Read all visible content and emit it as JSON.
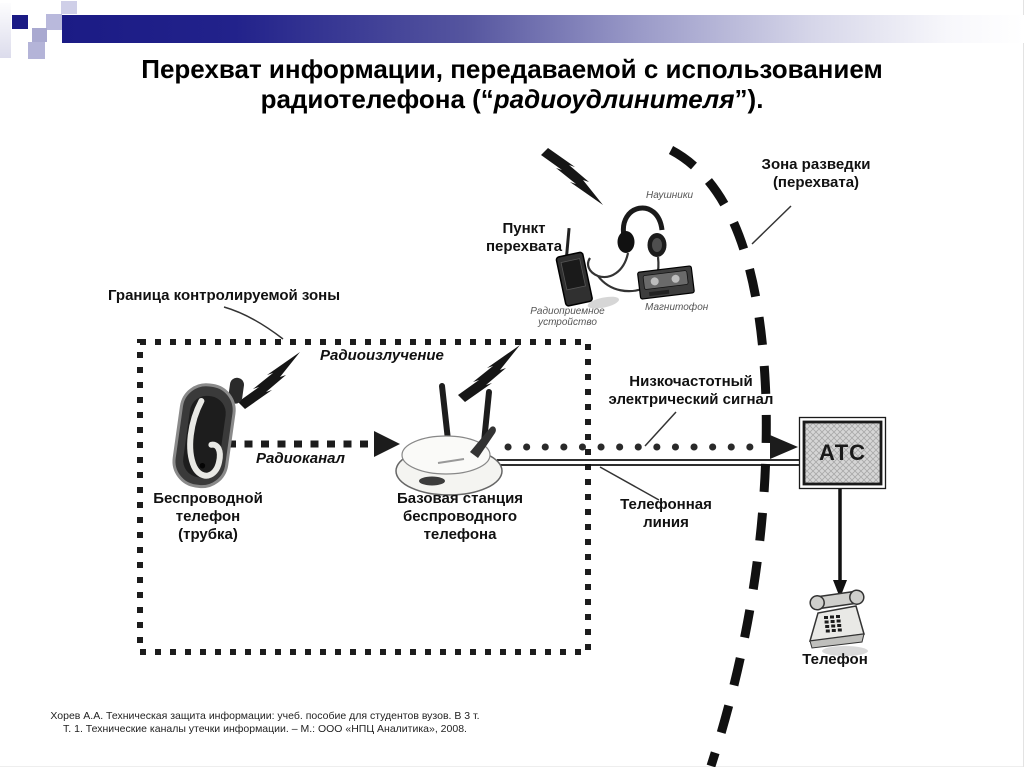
{
  "slide": {
    "title_line1": "Перехват информации, передаваемой с использованием",
    "title2_prefix": "радиотелефона (“",
    "title2_italic": "радиоудлинителя",
    "title2_suffix": "”).",
    "footer_line1": "Хорев А.А.  Техническая  защита информации: учеб. пособие для студентов вузов. В 3 т.",
    "footer_line2": "Т. 1. Технические каналы утечки информации. – М.: ООО «НПЦ Аналитика», 2008."
  },
  "diagram": {
    "labels": {
      "zone": {
        "line1": "Зона разведки",
        "line2": "(перехвата)"
      },
      "intercept_point": {
        "line1": "Пункт",
        "line2": "перехвата"
      },
      "headphones": "Наушники",
      "receiver": {
        "line1": "Радиоприемное",
        "line2": "устройство"
      },
      "recorder": "Магнитофон",
      "boundary": "Граница контролируемой зоны",
      "radio_emission": "Радиоизлучение",
      "radio_channel": "Радиоканал",
      "cordless_phone": {
        "line1": "Беспроводной",
        "line2": "телефон",
        "line3": "(трубка)"
      },
      "base_station": {
        "line1": "Базовая станция",
        "line2": "беспроводного",
        "line3": "телефона"
      },
      "lf_signal": {
        "line1": "Низкочастотный",
        "line2": "электрический сигнал"
      },
      "phone_line": {
        "line1": "Телефонная",
        "line2": "линия"
      },
      "pbx": "АТС",
      "phone": "Телефон"
    },
    "icons": {
      "lightning-icon": "jagged bolt glyph (x3: at handset, at base station, at intercept point)",
      "cordless-handset-icon": "dark rounded handset clipart",
      "base-station-icon": "white oval base with two antennas",
      "headphones-icon": "headband with two ear cups",
      "radio-receiver-icon": "handheld receiver with antenna",
      "tape-recorder-icon": "small cassette recorder",
      "desk-phone-icon": "desk telephone with keypad",
      "pbx-box-icon": "hatched square box"
    }
  },
  "colors": {
    "header_navy": "#1b1b85",
    "header_lavender": "#b4b4d8",
    "ink": "#1a1a1a",
    "muted_label": "#555555",
    "pbx_fill": "#d6d6d6",
    "background": "#ffffff"
  }
}
